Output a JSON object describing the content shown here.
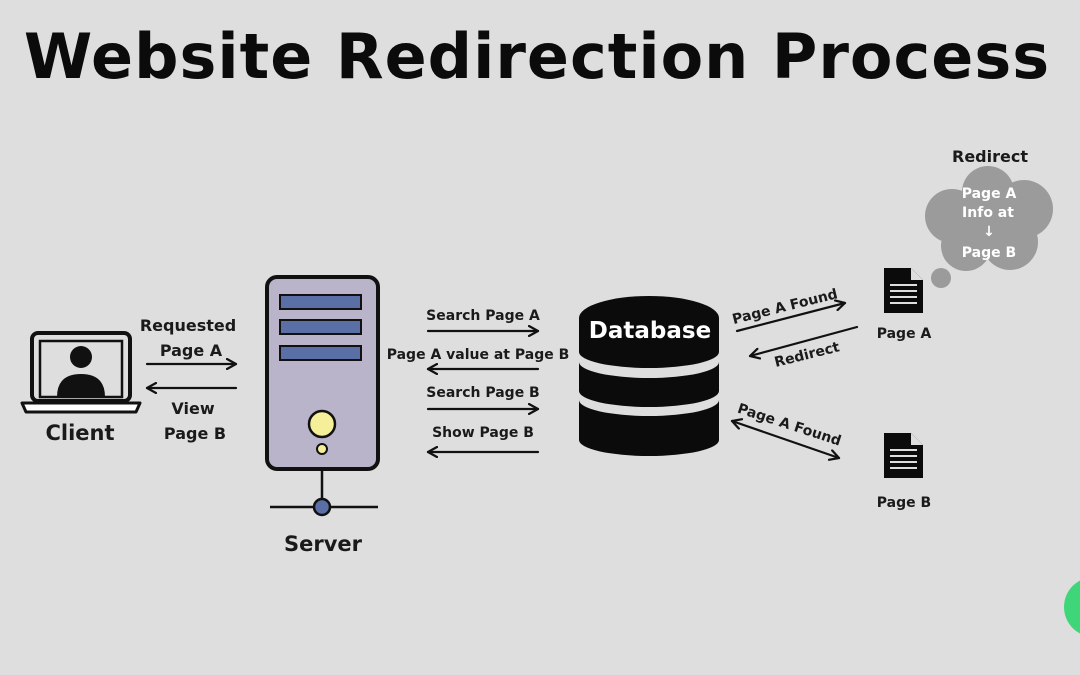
{
  "title": "Website Redirection Process",
  "client": {
    "label": "Client",
    "request_line1": "Requested",
    "request_line2": "Page A",
    "view_line1": "View",
    "view_line2": "Page B"
  },
  "server": {
    "label": "Server"
  },
  "server_db_messages": {
    "search_a": "Search Page A",
    "value_at_b": "Page A value at Page B",
    "search_b": "Search Page B",
    "show_b": "Show Page B"
  },
  "database": {
    "label": "Database"
  },
  "page_a": {
    "label": "Page A",
    "found": "Page A Found",
    "redirect": "Redirect"
  },
  "page_b": {
    "label": "Page B",
    "found": "Page A Found"
  },
  "redirect_note": {
    "heading": "Redirect",
    "line1": "Page A",
    "line2": "Info at",
    "arrow": "↓",
    "line3": "Page B"
  },
  "colors": {
    "background": "#dedede",
    "server_body": "#b9b4c9",
    "server_slots": "#5a6fa6",
    "server_light": "#f6ef9a",
    "cloud": "#9b9b9b",
    "ink": "#111111",
    "corner_badge": "#3fd67a"
  },
  "icons": [
    "laptop-user-icon",
    "server-tower-icon",
    "database-icon",
    "document-icon",
    "thought-cloud-icon"
  ]
}
